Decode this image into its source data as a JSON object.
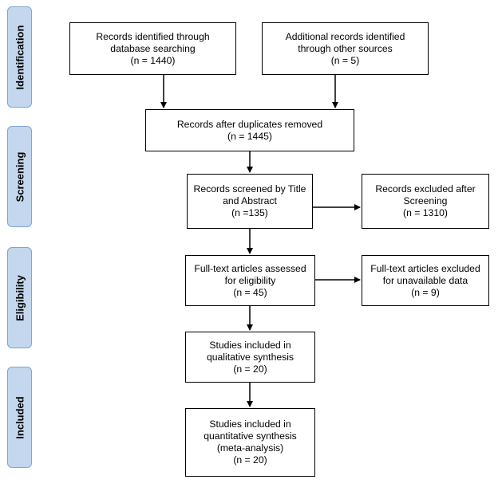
{
  "stages": {
    "identification": "Identification",
    "screening": "Screening",
    "eligibility": "Eligibility",
    "included": "Included"
  },
  "boxes": {
    "db_records": {
      "line1": "Records identified through",
      "line2": "database searching",
      "count": "(n =  1440)"
    },
    "other_records": {
      "line1": "Additional records identified",
      "line2": "through other sources",
      "count": "(n = 5)"
    },
    "after_duplicates": {
      "line1": "Records after duplicates removed",
      "count": "(n = 1445)"
    },
    "screened": {
      "line1": "Records screened by Title",
      "line2": "and Abstract",
      "count": "(n =135)"
    },
    "excluded_screening": {
      "line1": "Records excluded after",
      "line2": "Screening",
      "count": "(n = 1310)"
    },
    "fulltext_assessed": {
      "line1": "Full-text articles assessed",
      "line2": "for eligibility",
      "count": "(n = 45)"
    },
    "fulltext_excluded": {
      "line1": "Full-text articles excluded",
      "line2": "for unavailable data",
      "count": "(n = 9)"
    },
    "qualitative": {
      "line1": "Studies included in",
      "line2": "qualitative synthesis",
      "count": "(n = 20)"
    },
    "quantitative": {
      "line1": "Studies included in",
      "line2": "quantitative synthesis",
      "line3": "(meta-analysis)",
      "count": "(n = 20)"
    }
  }
}
